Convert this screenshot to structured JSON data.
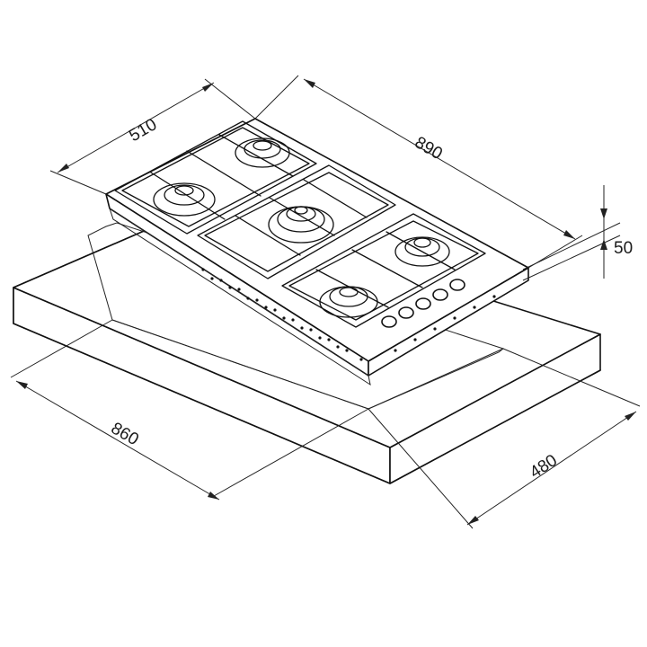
{
  "drawing": {
    "dimensions": {
      "depth": "510",
      "width": "890",
      "height": "50",
      "cutout_width": "860",
      "cutout_depth": "480"
    }
  },
  "colors": {
    "line": "#111111",
    "background": "#ffffff"
  }
}
